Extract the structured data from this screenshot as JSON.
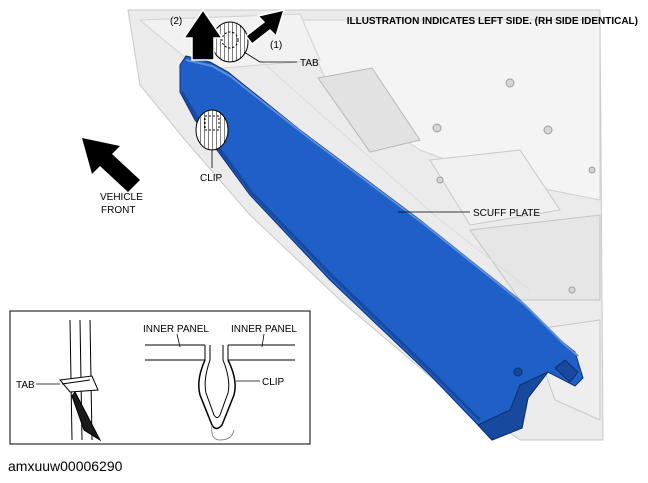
{
  "header_note": "ILLUSTRATION INDICATES LEFT SIDE. (RH SIDE IDENTICAL)",
  "step_labels": {
    "step_2": "(2)",
    "step_1": "(1)"
  },
  "callouts": {
    "tab_top": "TAB",
    "clip_top": "CLIP",
    "scuff_plate": "SCUFF PLATE",
    "vehicle_front_line1": "VEHICLE",
    "vehicle_front_line2": "FRONT"
  },
  "inset": {
    "inner_panel_left": "INNER PANEL",
    "inner_panel_right": "INNER PANEL",
    "tab": "TAB",
    "clip": "CLIP"
  },
  "figure_code": "amxuuw00006290",
  "colors": {
    "scuff_plate": "#1f5fc8",
    "scuff_plate_dark": "#17499e",
    "body_gray": "#ececec"
  }
}
